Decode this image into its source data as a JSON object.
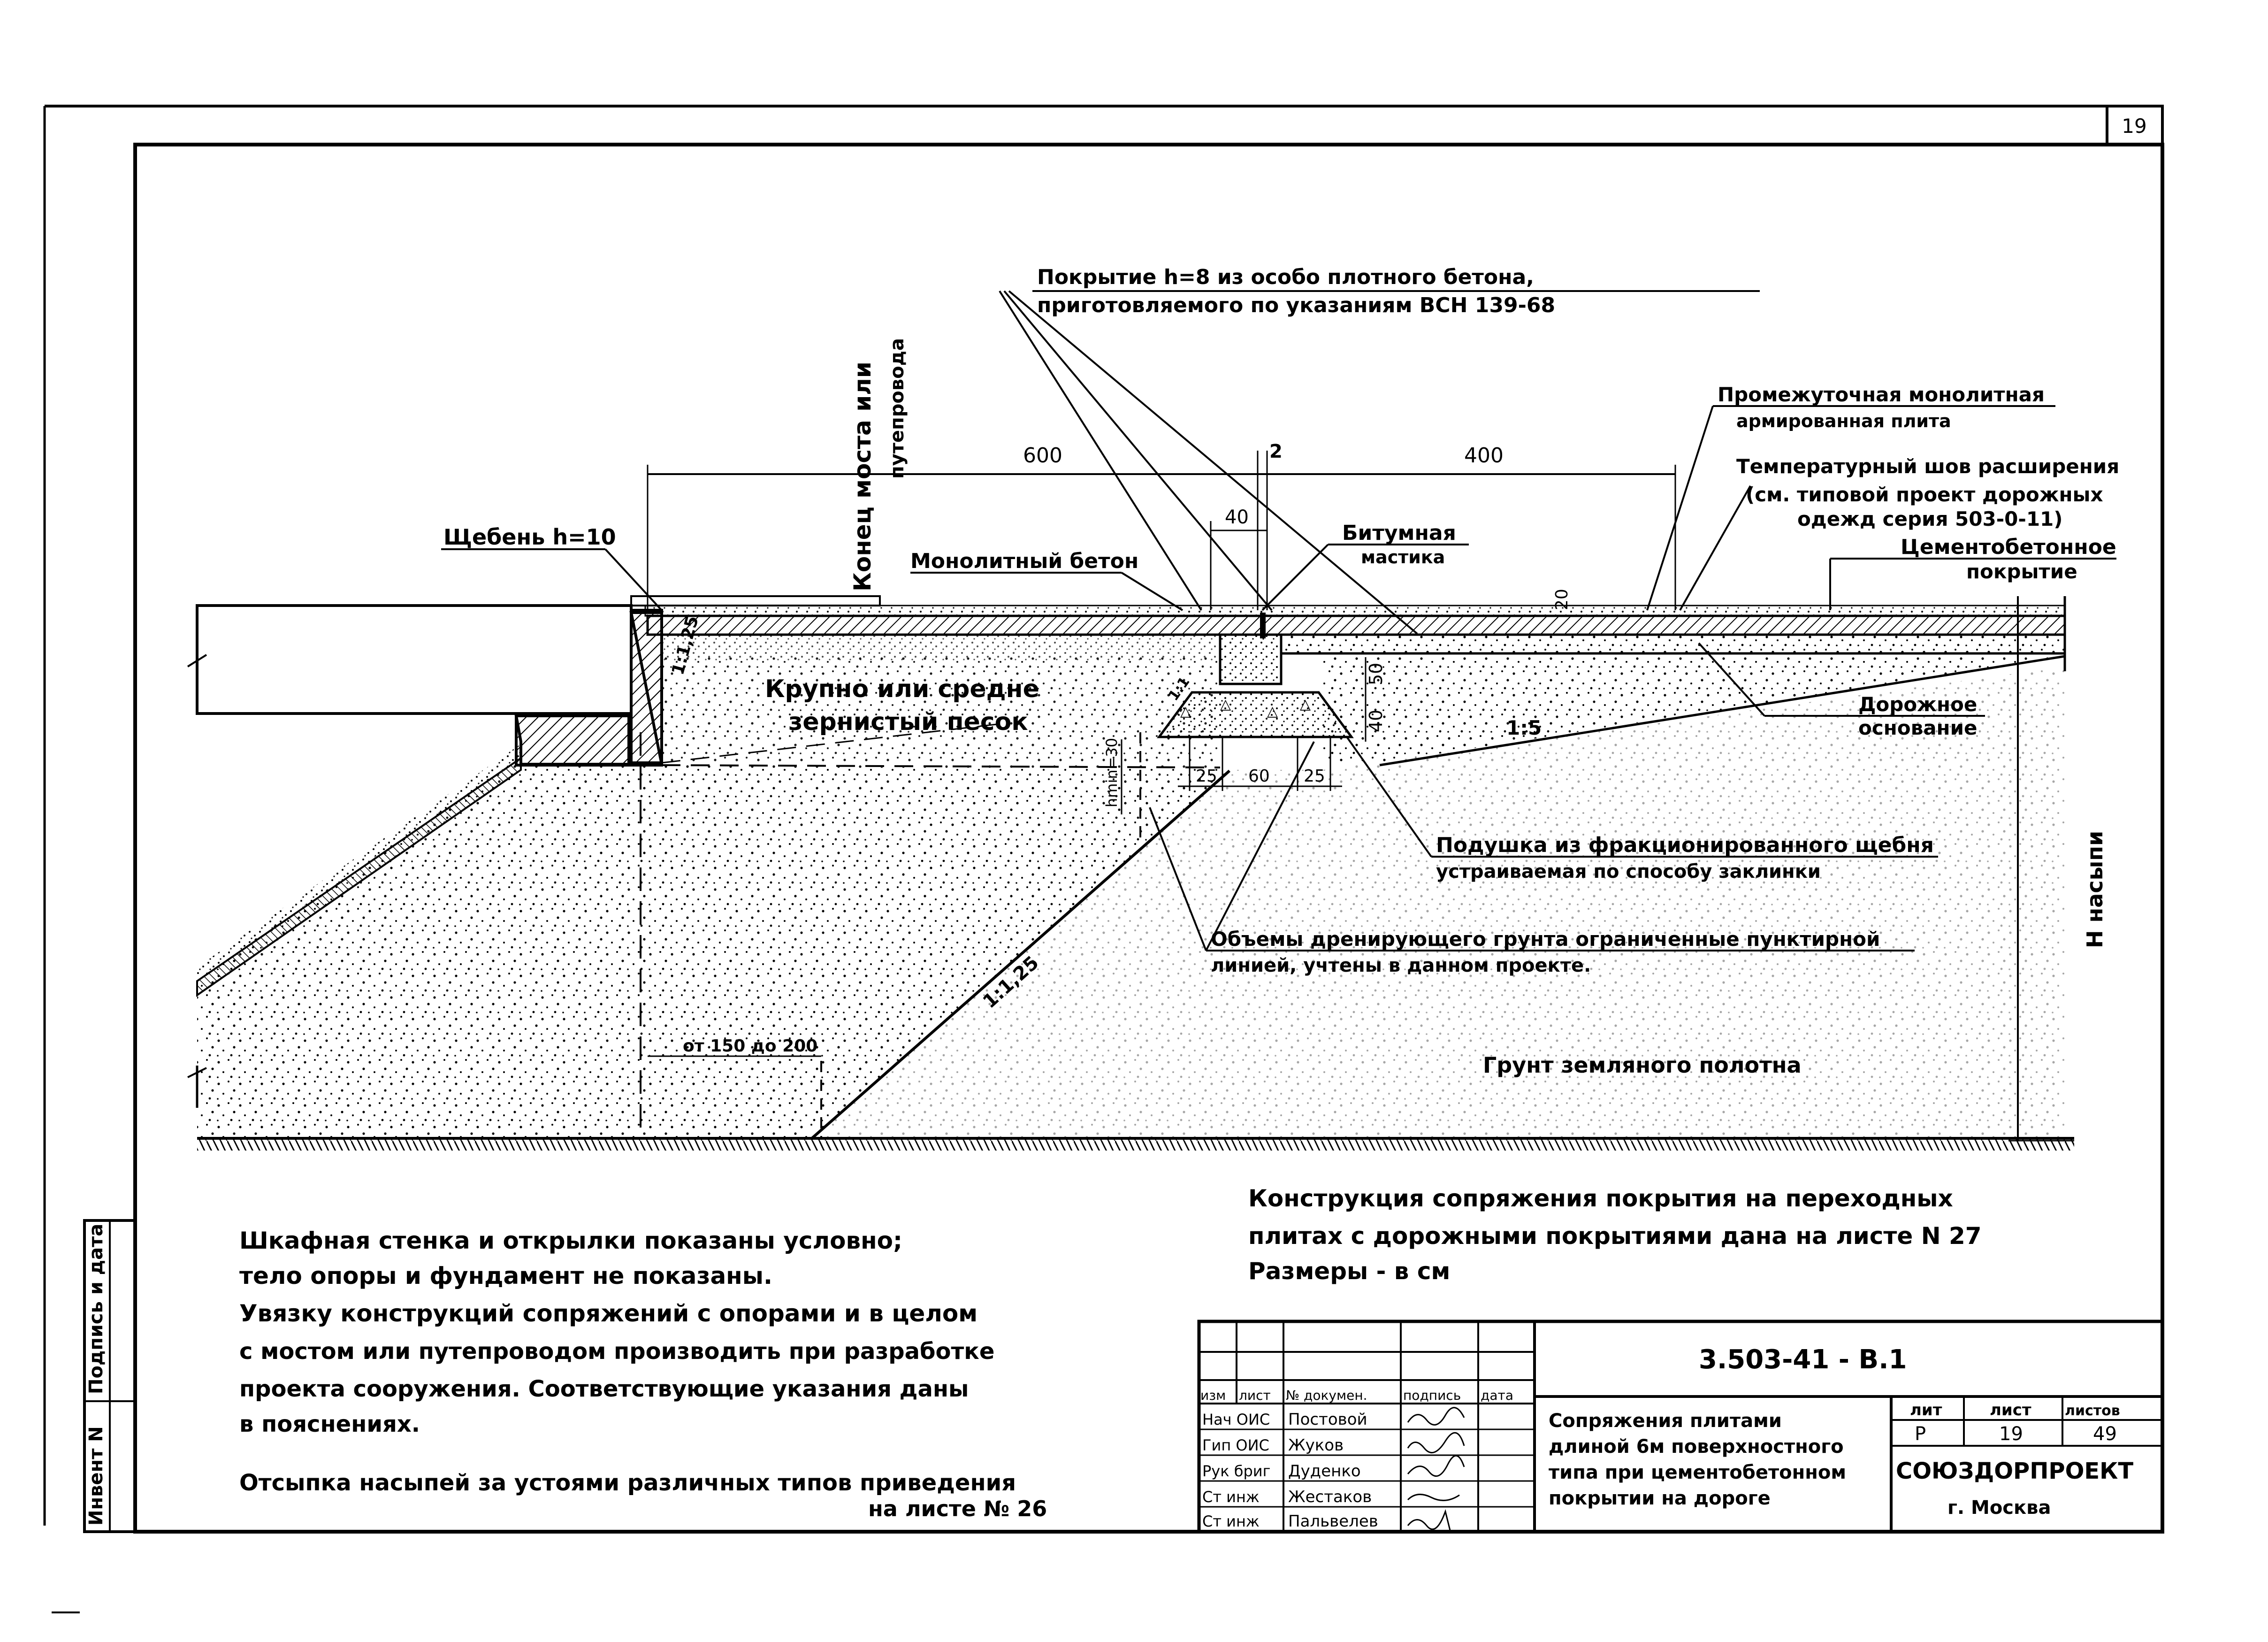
{
  "sheet_corner_number": "19",
  "labels": {
    "top_note_1": "Покрытие h=8  из особо плотного бетона,",
    "top_note_2": "приготовляемого  по указаниям  ВСН 139-68",
    "bridge_end_1": "Конец  моста или",
    "bridge_end_2": "путепровода",
    "intermediate_slab_1": "Промежуточная монолитная",
    "intermediate_slab_2": "армированная плита",
    "temp_joint_1": "Температурный шов расширения",
    "temp_joint_2": "(см. типовой проект дорожных",
    "temp_joint_3": "одежд серия 503-0-11)",
    "cement_1": "Цементобетонное",
    "cement_2": "покрытие",
    "crushed_stone": "Щебень h=10",
    "monolithic_concrete": "Монолитный бетон",
    "bitumen_1": "Битумная",
    "bitumen_2": "мастика",
    "sand_1": "Крупно  или  средне",
    "sand_2": "зернистый  песок",
    "road_base_1": "Дорожное",
    "road_base_2": "основание",
    "cushion_1": "Подушка из фракционированного щебня",
    "cushion_2": "устраиваемая по способу заклинки",
    "drain_1": "Объемы дренирующего грунта ограниченные пунктирной",
    "drain_2": "линией, учтены в данном проекте.",
    "subgrade": "Грунт  земляного полотна",
    "h_fill": "Н насыпи",
    "range": "от 150 до 200"
  },
  "dimensions": {
    "d600": "600",
    "d400": "400",
    "d2": "2",
    "d40": "40",
    "d20": "20",
    "d40b": "40",
    "d50": "50",
    "hmin": "hmin=30",
    "d25a": "25",
    "d60": "60",
    "d25b": "25",
    "s1_125a": "1:1,25",
    "s1_125b": "1:1,25",
    "s1_5": "1:5",
    "s1_1": "1:1"
  },
  "notes": {
    "left": [
      "Шкафная стенка и открылки показаны условно;",
      "тело опоры и фундамент не показаны.",
      "Увязку конструкций сопряжений с опорами и в целом",
      "с мостом или путепроводом производить при разработке",
      "проекта сооружения. Соответствующие указания даны",
      "в пояснениях.",
      "Отсыпка насыпей за устоями различных типов приведения",
      "на листе № 26"
    ],
    "right": [
      "Конструкция сопряжения покрытия на переходных",
      "плитах с дорожными покрытиями дана на листе N 27",
      "Размеры - в см"
    ]
  },
  "title_block": {
    "doc_code": "3.503-41 - В.1",
    "description": [
      "Сопряжения плитами",
      "длиной 6м поверхностного",
      "типа при цементобетонном",
      "покрытии на дороге"
    ],
    "headers": [
      "изм",
      "лист",
      "№ докумен.",
      "подпись",
      "дата"
    ],
    "roles": [
      {
        "role": "Нач ОИС",
        "name": "Постовой"
      },
      {
        "role": "Гип ОИС",
        "name": "Жуков"
      },
      {
        "role": "Рук бриг",
        "name": "Дуденко"
      },
      {
        "role": "Ст инж",
        "name": "Жестаков"
      },
      {
        "role": "Ст инж",
        "name": "Пальвелев"
      }
    ],
    "stage_label": "лит",
    "sheet_label": "лист",
    "sheets_label": "листов",
    "stage": "Р",
    "sheet": "19",
    "sheets": "49",
    "org": "СОЮЗДОРПРОЕКТ",
    "city": "г. Москва"
  },
  "side_stamp": {
    "inv": "Инвент N",
    "sign": "Подпись и дата"
  }
}
